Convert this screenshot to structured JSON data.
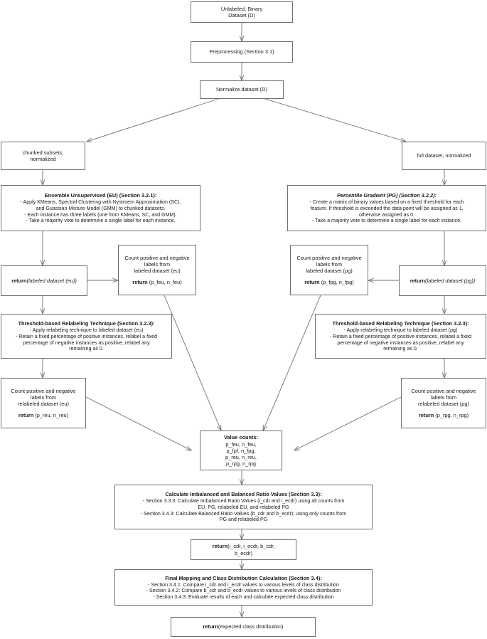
{
  "diagram": {
    "title": "Methodology flowchart for unsupervised labeling and class distribution estimation",
    "stroke_color": "#6f6f6f",
    "text_color": "#1a1a1a",
    "background": "#ffffff"
  },
  "nodes": {
    "dataset": {
      "lines": [
        "Unlabeled, Binary",
        "Dataset (D)"
      ]
    },
    "preprocessing": {
      "lines": [
        "Preprocessing (Section 3.1)"
      ]
    },
    "normalize": {
      "lines": [
        "Normalize dataset (D)"
      ]
    },
    "chunked": {
      "lines": [
        "chunked subsets,",
        "normalized"
      ]
    },
    "full": {
      "lines": [
        "full dataset, normalized"
      ]
    },
    "eu": {
      "heading": "Ensemble Unsupervised (EU) (Section 3.2.1):",
      "lines": [
        "- Apply KMeans, Spectral Clustering with Nystroem Approximation (SC),",
        "and Guassian Mixture Model (GMM) to chunked datasets.",
        "- Each instance has three labels (one from KMeans, SC, and GMM).",
        "- Take a majority vote to determine a single label for each instance."
      ]
    },
    "pg": {
      "heading": "Percentile Gradient (PG) (Section 3.2.2):",
      "lines": [
        "- Create a matrix of binary values based on a fixed threshold for each",
        "feature. If threshold is exceeded the data point will be assigned as 1,",
        "otherwise assigned as 0.",
        "- Take a majority vote to determine a single label for each instance."
      ]
    },
    "return_eu": {
      "keyword": "return",
      "argument": "(labeled dataset (eu))"
    },
    "return_pg": {
      "keyword": "return",
      "argument": "(labeled dataset (pg))"
    },
    "count_eu": {
      "lines": [
        "Count positive and negative",
        "labels from",
        "labeled dataset (eu)"
      ],
      "keyword": "return",
      "argument": " (p_feu, n_feu)"
    },
    "count_pg": {
      "lines": [
        "Count positive and negative",
        "labels from",
        "labeled dataset (pg)"
      ],
      "keyword": "return",
      "argument": " (p_fpg, n_fpg)"
    },
    "relabel_eu": {
      "heading": "Threshold-based Relabeling Technique (Section 3.2.3):",
      "lines": [
        "- Apply relabeling technique to labeled dataset (eu)",
        "- Retain a fixed percentage of positive instances, relabel a fixed",
        "percentage of negative instances as positive, relabel any",
        "remaining as 0."
      ]
    },
    "relabel_pg": {
      "heading": "Threshold-based Relabeling Technique (Section 3.2.3):",
      "lines": [
        "- Apply relabeling technique to labeled dataset (pg)",
        "- Retain a fixed percentage of positive instances, relabel a fixed",
        "percentage of negative instances as positive, relabel any",
        "remaining as 0."
      ]
    },
    "count_reu": {
      "lines": [
        "Count positive and negative",
        "labels from",
        "relabeled dataset (eu)"
      ],
      "keyword": "return",
      "argument": " (p_reu, n_reu)"
    },
    "count_rpg": {
      "lines": [
        "Count positive and negative",
        "labels from",
        "relabeled dataset (pg)"
      ],
      "keyword": "return",
      "argument": " (p_rpg, n_rpg)"
    },
    "value_counts": {
      "heading": "Value counts:",
      "lines": [
        "p_feu, n_feu,",
        "p_fpf, n_fpg,",
        "p_reu, n_reu,",
        "p_rpg, n_rpg"
      ]
    },
    "ratios": {
      "heading": "Calculate Imbalanced and Balanced Ratio Values (Section 3.3)",
      "heading_suffix": ":",
      "lines": [
        "- Section 3.3.3: Calculate Imbalanced Ratio Values (i_cdr and i_ecdr) using all counts from",
        "EU, PG, relabeled EU, and relabeled PG",
        "- Section 3.4.3: Calculate Balanced Ratio Values (b_cdr and b_ecdr): using only counts from",
        "PG and relabeled PG"
      ]
    },
    "return_ratios": {
      "keyword": "return",
      "argument_line1": "(i_cdr, i_ecdr, b_cdr,",
      "argument_line2": "b_ecdr)"
    },
    "final_mapping": {
      "heading": "Final Mapping and Class Distribution Calculation (Section 3.4):",
      "lines": [
        "- Section 3.4.1: Compare i_cdr and i_ecdr values to various levels of class distribution",
        "- Section 3.4.2: Compare b_cdr and b_ecdr values to various levels of class distribution",
        "- Section 3.4.3: Evaluate results of each and calculate expected class distribution"
      ]
    },
    "return_final": {
      "keyword": "return",
      "argument": "(expected class distribution)"
    }
  }
}
